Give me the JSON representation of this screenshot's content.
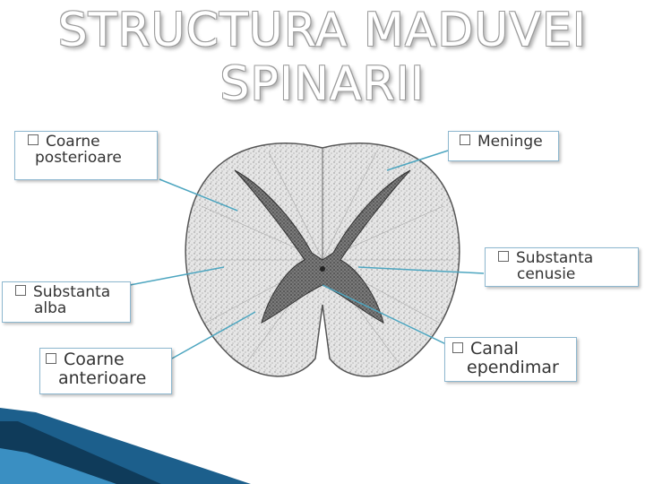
{
  "title": {
    "line1": "STRUCTURA MADUVEI",
    "line2": "SPINARII"
  },
  "labels": {
    "posterior_horns": {
      "line1": "Coarne",
      "line2": "posterioare"
    },
    "meninges": {
      "line1": "Meninge"
    },
    "gray_matter": {
      "line1": "Substanta",
      "line2": "cenusie"
    },
    "white_matter": {
      "line1": "Substanta",
      "line2": "alba"
    },
    "anterior_horns": {
      "line1": "Coarne",
      "line2": "anterioare"
    },
    "central_canal": {
      "line1": "Canal",
      "line2": "ependimar"
    }
  },
  "colors": {
    "leader_line": "#4ea6c0",
    "box_border": "#8db7cf",
    "accent_bar": "#1c5f8c"
  }
}
